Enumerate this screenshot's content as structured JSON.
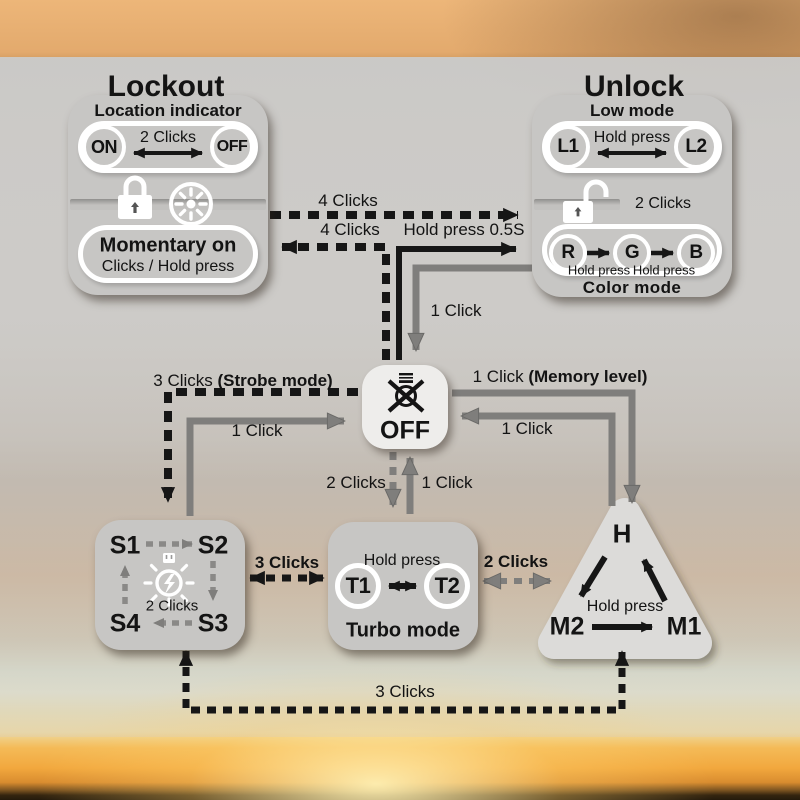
{
  "titles": {
    "lockout": "Lockout",
    "unlock": "Unlock"
  },
  "lockout": {
    "subtitle": "Location indicator",
    "on": "ON",
    "off": "OFF",
    "toggle": "2 Clicks",
    "momentary_title": "Momentary on",
    "momentary_sub": "Clicks / Hold press"
  },
  "unlock": {
    "subtitle": "Low mode",
    "l1": "L1",
    "l2": "L2",
    "low_toggle": "Hold press",
    "vertical": "2 Clicks",
    "r": "R",
    "g": "G",
    "b": "B",
    "rg": "Hold press",
    "gb": "Hold press",
    "footer": "Color mode"
  },
  "off_node": {
    "label": "OFF"
  },
  "connectors": {
    "lockout_to_unlock": "4 Clicks",
    "off_to_lockout": "4 Clicks",
    "off_to_unlock": "Hold press 0.5S",
    "unlock_to_off": "1 Click",
    "off_to_strobe_prefix": "3 Clicks ",
    "off_to_strobe_bold": "(Strobe mode)",
    "strobe_to_off": "1 Click",
    "off_to_turbo": "2 Clicks",
    "turbo_to_off": "1 Click",
    "off_to_memory_prefix": "1 Click ",
    "off_to_memory_bold": "(Memory level)",
    "memory_to_off": "1 Click",
    "strobe_turbo": "3 Clicks",
    "turbo_memory": "2 Clicks",
    "bottom": "3 Clicks"
  },
  "strobe": {
    "s1": "S1",
    "s2": "S2",
    "s3": "S3",
    "s4": "S4",
    "cycle": "2 Clicks"
  },
  "turbo": {
    "t1": "T1",
    "t2": "T2",
    "hold": "Hold press",
    "title": "Turbo mode"
  },
  "memory": {
    "h": "H",
    "m1": "M1",
    "m2": "M2",
    "hold": "Hold press"
  },
  "icons": {
    "lockout_lock": "lock-closed",
    "lockout_indicator": "indicator-sun",
    "unlock_lock": "lock-open",
    "off_bulb": "bulb-off-crossed",
    "strobe_bulb": "strobe-bulb"
  },
  "colors": {
    "panel": "#c7c6c4",
    "off_node": "#eeedeb",
    "triangle": "#dcdbd9",
    "arrow_black": "#161616",
    "arrow_gray": "#7f7e7c",
    "white": "#ffffff"
  }
}
